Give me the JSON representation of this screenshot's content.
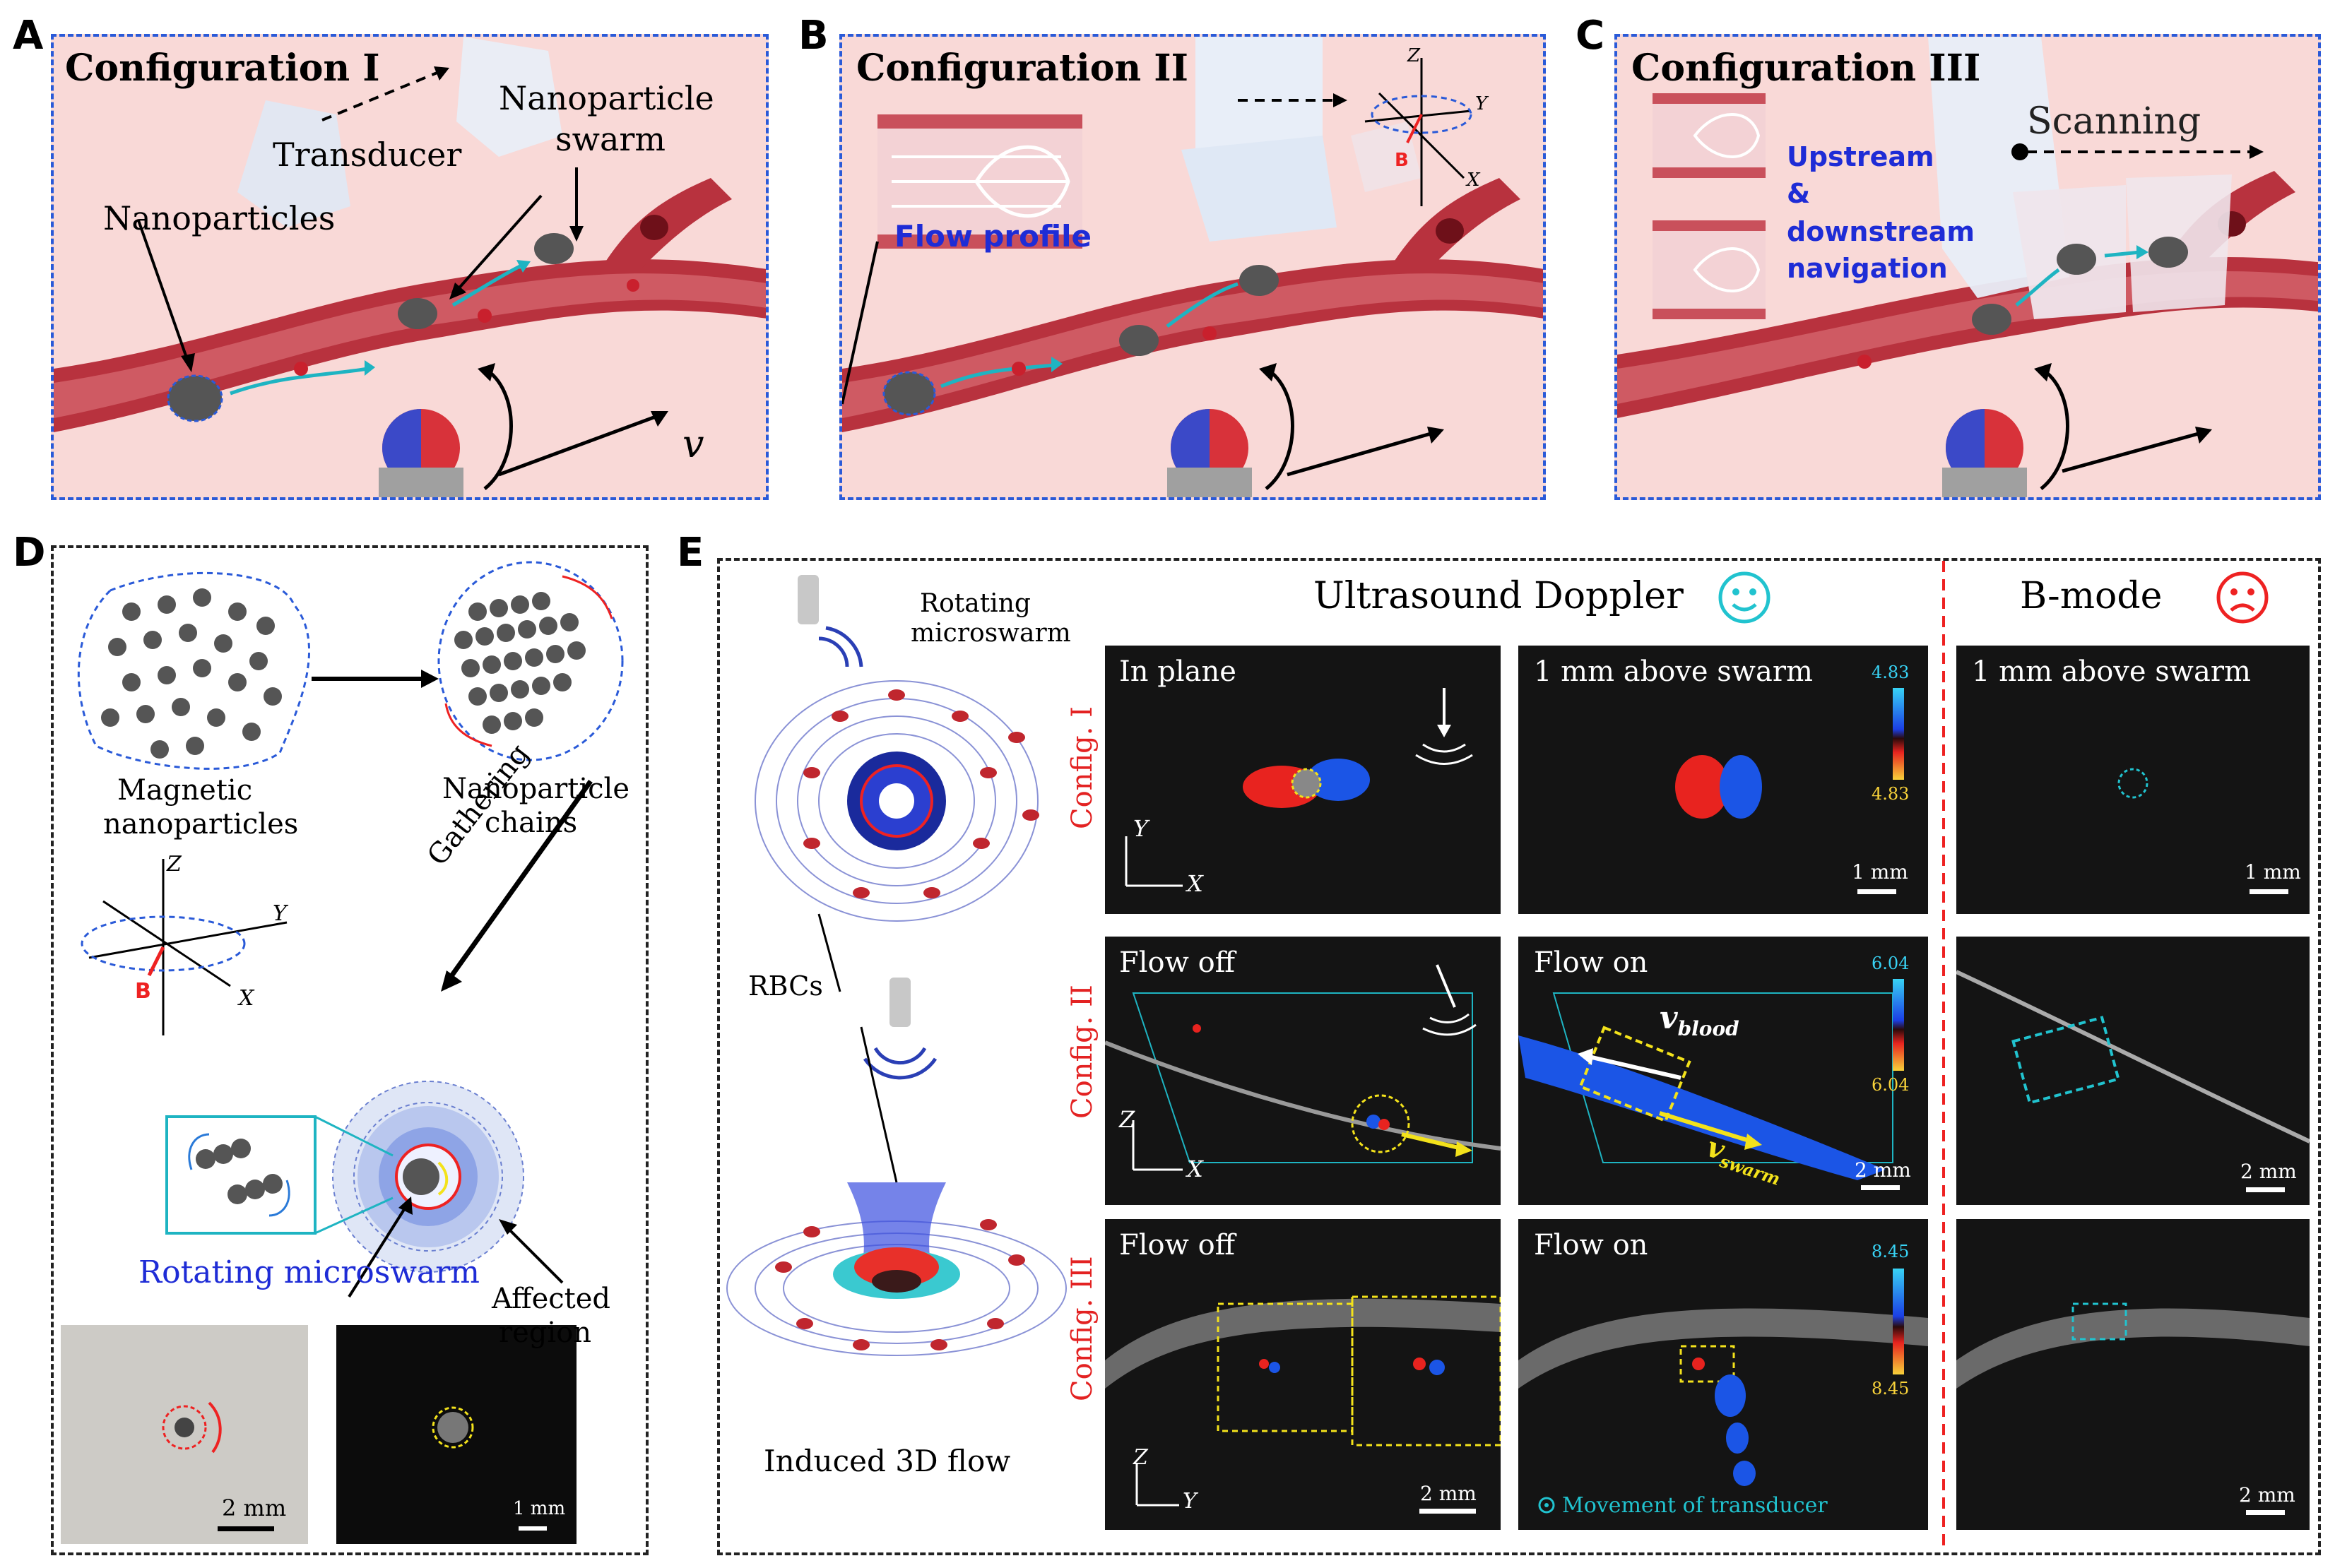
{
  "panels": {
    "A": {
      "label": "A",
      "title": "Configuration I",
      "labels": {
        "transducer": "Transducer",
        "nano_swarm_1": "Nanoparticle",
        "nano_swarm_2": "swarm",
        "nanoparticles": "Nanoparticles",
        "velocity": "v"
      }
    },
    "B": {
      "label": "B",
      "title": "Configuration II",
      "labels": {
        "flow_profile": "Flow profile",
        "axis_z": "Z",
        "axis_y": "Y",
        "axis_x": "X",
        "field_b": "B"
      }
    },
    "C": {
      "label": "C",
      "title": "Configuration III",
      "labels": {
        "scanning": "Scanning",
        "nav_1": "Upstream",
        "nav_2": "&",
        "nav_3": "downstream",
        "nav_4": "navigation"
      }
    },
    "D": {
      "label": "D",
      "labels": {
        "mag_1": "Magnetic",
        "mag_2": "nanoparticles",
        "chain_1": "Nanoparticle",
        "chain_2": "chains",
        "gathering": "Gathering",
        "axis_z": "Z",
        "axis_y": "Y",
        "axis_x": "X",
        "field_b": "B",
        "rotating": "Rotating microswarm",
        "affected_1": "Affected",
        "affected_2": "region",
        "scale_photo": "2 mm",
        "scale_fluor": "1 mm"
      }
    },
    "E": {
      "label": "E",
      "labels": {
        "doppler": "Ultrasound Doppler",
        "bmode": "B-mode",
        "rot_1": "Rotating",
        "rot_2": "microswarm",
        "rbcs": "RBCs",
        "induced": "Induced 3D flow",
        "config_1": "Config. I",
        "config_2": "Config. II",
        "config_3": "Config. III"
      },
      "images": {
        "r1c1": {
          "title": "In plane",
          "axis_a": "Y",
          "axis_b": "X"
        },
        "r1c2": {
          "title": "1 mm above swarm",
          "scale": "1 mm",
          "cbar_top": "4.83",
          "cbar_bottom": "4.83"
        },
        "r1c3": {
          "title": "1 mm above swarm",
          "scale": "1 mm"
        },
        "r2c1": {
          "title": "Flow off",
          "axis_a": "Z",
          "axis_b": "X"
        },
        "r2c2": {
          "title": "Flow on",
          "scale": "2 mm",
          "cbar_top": "6.04",
          "cbar_bottom": "6.04",
          "v_blood": "v",
          "v_blood_sub": "blood",
          "v_swarm": "v",
          "v_swarm_sub": "swarm"
        },
        "r2c3": {
          "scale": "2 mm"
        },
        "r3c1": {
          "title": "Flow off",
          "scale": "2 mm",
          "axis_a": "Z",
          "axis_b": "Y"
        },
        "r3c2": {
          "title": "Flow on",
          "cbar_top": "8.45",
          "cbar_bottom": "8.45",
          "movement": "Movement of transducer"
        },
        "r3c3": {
          "scale": "2 mm"
        }
      }
    }
  },
  "colors": {
    "panel_border": "#2a5ad8",
    "tissue": "#f9d9d7",
    "vessel": "#b8323e",
    "doppler_red": "#e8231f",
    "doppler_blue": "#1b55e6",
    "cyan": "#21c3cf",
    "yellow": "#f3e21b"
  }
}
